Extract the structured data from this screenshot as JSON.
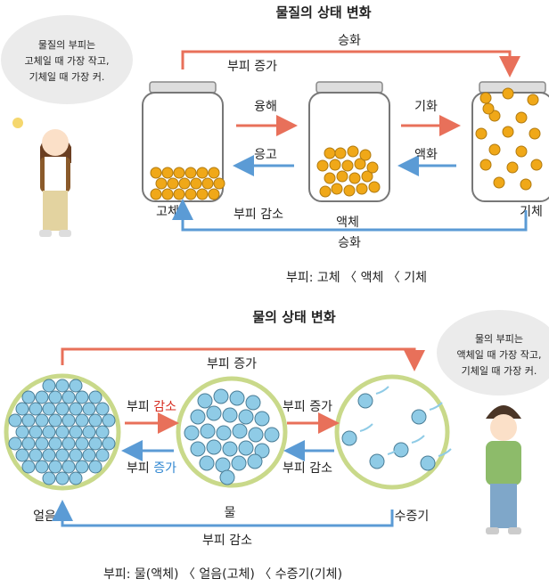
{
  "section1": {
    "title": "물질의 상태 변화",
    "top_arrow": {
      "label": "승화",
      "sublabel": "부피 증가"
    },
    "melting": "융해",
    "freezing": "응고",
    "vaporization": "기화",
    "condensation": "액화",
    "solid": "고체",
    "liquid": "액체",
    "gas": "기체",
    "decrease": "부피 감소",
    "bottom_arrow": {
      "label": "승화"
    },
    "summary": "부피: 고체 〈 액체 〈 기체",
    "bubble": [
      "물질의 부피는",
      "고체일 때 가장 작고,",
      "기체일 때 가장 커."
    ]
  },
  "section2": {
    "title": "물의 상태 변화",
    "top_arrow": {
      "label": "부피 증가"
    },
    "left_top": {
      "prefix": "부피 ",
      "emph": "감소"
    },
    "left_bottom": {
      "prefix": "부피 ",
      "emph": "증가"
    },
    "right_top": "부피 증가",
    "right_bottom": "부피 감소",
    "ice": "얼음",
    "water": "물",
    "vapor": "수증기",
    "bottom_arrow": {
      "label": "부피 감소"
    },
    "summary": "부피: 물(액체) 〈 얼음(고체) 〈 수증기(기체)",
    "bubble": [
      "물의 부피는",
      "액체일 때 가장 작고,",
      "기체일 때 가장 커."
    ]
  },
  "colors": {
    "red": "#e8705a",
    "blue": "#5b9bd5",
    "ball": "#f0a818",
    "water": "#8fcbe6",
    "ring": "#c9d98a",
    "emph_red": "#d62b1f",
    "emph_blue": "#2f86d1"
  }
}
